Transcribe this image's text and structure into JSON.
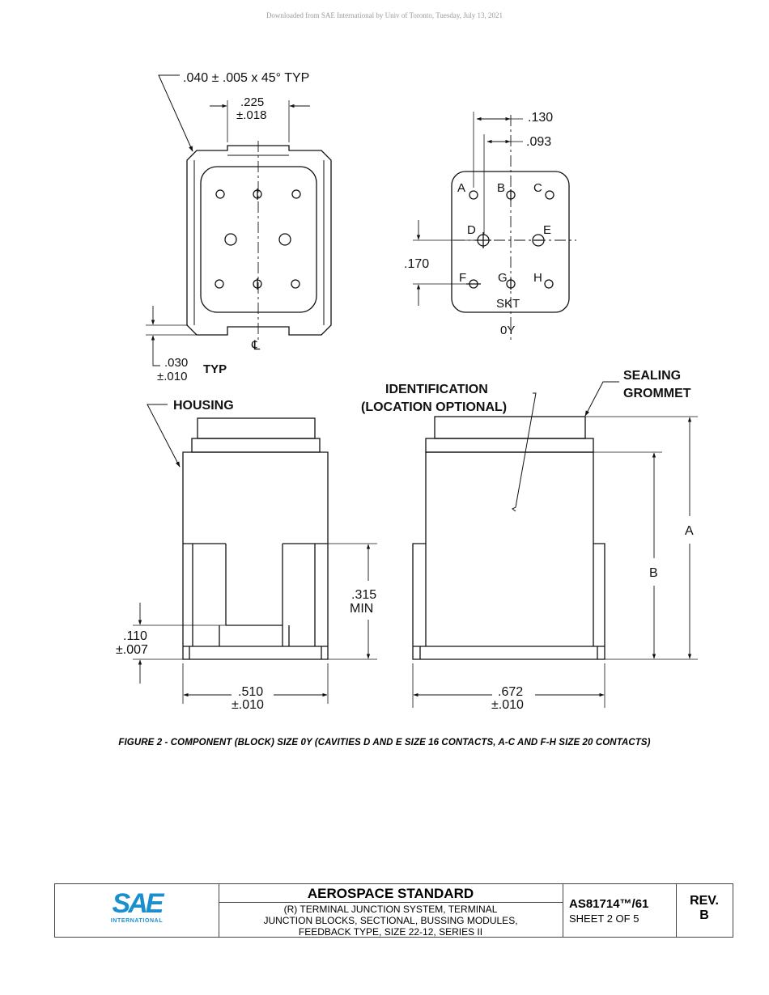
{
  "watermark": "Downloaded from SAE International by Univ of Toronto, Tuesday, July 13, 2021",
  "drawing": {
    "chamfer_note": ".040 ± .005 x 45° TYP",
    "dim_225": ".225",
    "dim_225_tol": "±.018",
    "centerline_symbol": "℄",
    "dim_030": ".030",
    "dim_030_tol": "±.010",
    "dim_030_typ": "TYP",
    "dim_130": ".130",
    "dim_093": ".093",
    "dim_170": ".170",
    "cavity_labels": [
      "A",
      "B",
      "C",
      "D",
      "E",
      "F",
      "G",
      "H"
    ],
    "skt_label": "SKT",
    "size_label": "0Y",
    "housing_label": "HOUSING",
    "identification_line1": "IDENTIFICATION",
    "identification_line2": "(LOCATION OPTIONAL)",
    "sealing_line1": "SEALING",
    "sealing_line2": "GROMMET",
    "dim_A": "A",
    "dim_B": "B",
    "dim_315": ".315",
    "dim_315_min": "MIN",
    "dim_110": ".110",
    "dim_110_tol": "±.007",
    "dim_510": ".510",
    "dim_510_tol": "±.010",
    "dim_672": ".672",
    "dim_672_tol": "±.010"
  },
  "caption": "FIGURE 2 - COMPONENT (BLOCK) SIZE 0Y (CAVITIES D AND E SIZE 16 CONTACTS, A-C AND F-H SIZE 20 CONTACTS)",
  "title_block": {
    "logo_text": "SAE",
    "logo_sub": "INTERNATIONAL",
    "logo_color": "#1a8fd0",
    "heading": "AEROSPACE STANDARD",
    "title_lines": [
      "(R) TERMINAL JUNCTION SYSTEM, TERMINAL",
      "JUNCTION BLOCKS, SECTIONAL, BUSSING MODULES,",
      "FEEDBACK TYPE, SIZE 22-12, SERIES II"
    ],
    "doc_number": "AS81714™/61",
    "sheet": "SHEET 2 OF 5",
    "rev_label": "REV.",
    "rev_value": "B"
  }
}
